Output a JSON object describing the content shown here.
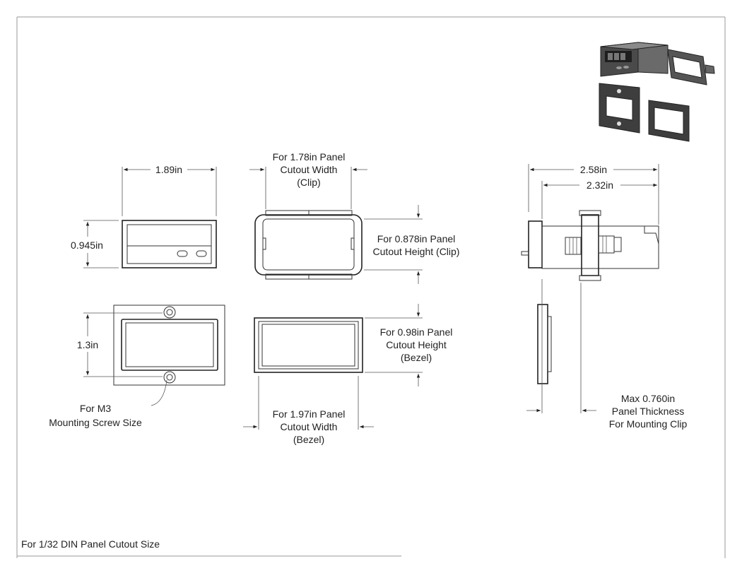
{
  "dimensions": {
    "front_width": "1.89in",
    "front_height": "0.945in",
    "bezel_height": "1.3in",
    "depth_total": "2.58in",
    "depth_body": "2.32in"
  },
  "notes": {
    "clip_width": [
      "For 1.78in Panel",
      "Cutout Width",
      "(Clip)"
    ],
    "clip_height": [
      "For 0.878in Panel",
      "Cutout Height (Clip)"
    ],
    "bezel_height": [
      "For 0.98in Panel",
      "Cutout Height",
      "(Bezel)"
    ],
    "bezel_width": [
      "For 1.97in Panel",
      "Cutout Width",
      "(Bezel)"
    ],
    "screw": [
      "For M3",
      "Mounting Screw Size"
    ],
    "thickness": [
      "Max 0.760in",
      "Panel Thickness",
      "For Mounting Clip"
    ]
  },
  "footer": "For 1/32 DIN Panel Cutout Size"
}
